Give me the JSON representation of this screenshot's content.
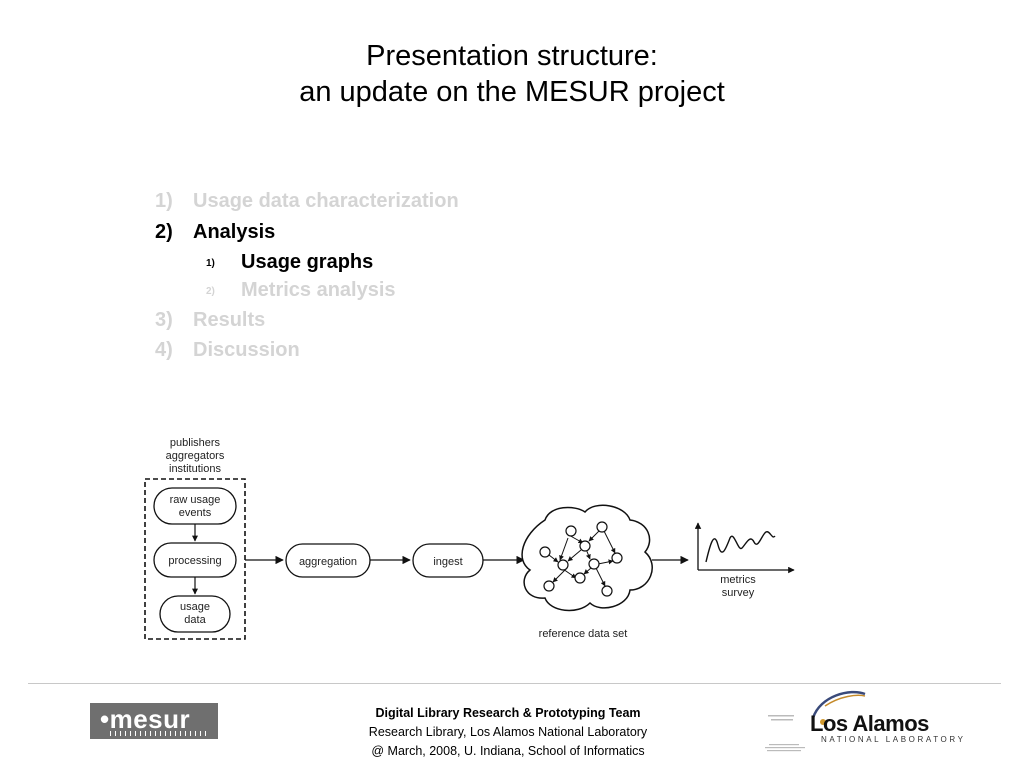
{
  "title": {
    "line1": "Presentation structure:",
    "line2": "an update on the MESUR project"
  },
  "outline": [
    {
      "num": "1)",
      "label": "Usage data characterization",
      "level": 1,
      "active": false
    },
    {
      "num": "2)",
      "label": "Analysis",
      "level": 1,
      "active": true
    },
    {
      "num": "1)",
      "label": "Usage graphs",
      "level": 2,
      "active": true
    },
    {
      "num": "2)",
      "label": "Metrics analysis",
      "level": 2,
      "active": false
    },
    {
      "num": "3)",
      "label": "Results",
      "level": 1,
      "active": false
    },
    {
      "num": "4)",
      "label": "Discussion",
      "level": 1,
      "active": false
    }
  ],
  "diagram": {
    "sources": [
      "publishers",
      "aggregators",
      "institutions"
    ],
    "raw_usage": [
      "raw usage",
      "events"
    ],
    "processing": "processing",
    "usage_data": [
      "usage",
      "data"
    ],
    "aggregation": "aggregation",
    "ingest": "ingest",
    "reference": "reference data set",
    "metrics": [
      "metrics",
      "survey"
    ]
  },
  "footer": {
    "team": "Digital Library Research & Prototyping Team",
    "org": "Research Library, Los Alamos National Laboratory",
    "event": "@ March, 2008, U. Indiana, School of Informatics"
  },
  "logos": {
    "mesur": "•mesur",
    "lanl_name": "Los Alamos",
    "lanl_sub": "NATIONAL LABORATORY"
  },
  "colors": {
    "dimmed_text": "#d4d4d4",
    "active_text": "#000000",
    "mesur_logo_bg": "#6f6f6f"
  }
}
